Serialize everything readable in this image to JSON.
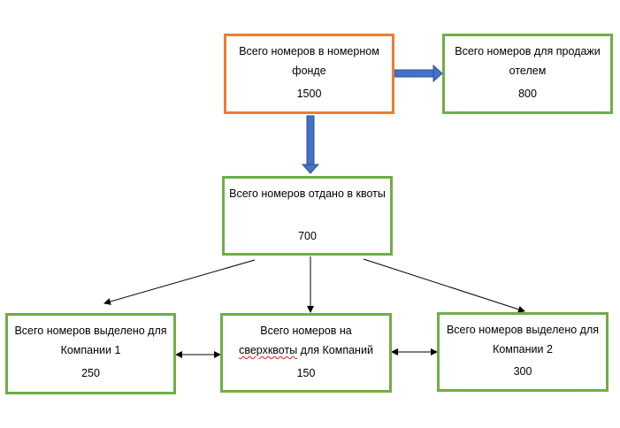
{
  "nodes": {
    "total_fund": {
      "label": "Всего номеров в номерном фонде",
      "value": "1500"
    },
    "hotel_sale": {
      "label": "Всего номеров для продажи отелем",
      "value": "800"
    },
    "quotas": {
      "label": "Всего номеров отдано в квоты",
      "value": "700"
    },
    "company1": {
      "label": "Всего номеров выделено для Компании 1",
      "value": "250"
    },
    "overquota": {
      "label_line1": "Всего номеров на",
      "label_word_misspelled": "сверхквоты",
      "label_rest": " для Компаний",
      "value": "150"
    },
    "company2": {
      "label": "Всего номеров выделено для Компании 2",
      "value": "300"
    }
  },
  "colors": {
    "orange_border": "#ed7d31",
    "green_border": "#70ad47",
    "block_arrow": "#4472c4",
    "connector": "#000000"
  }
}
